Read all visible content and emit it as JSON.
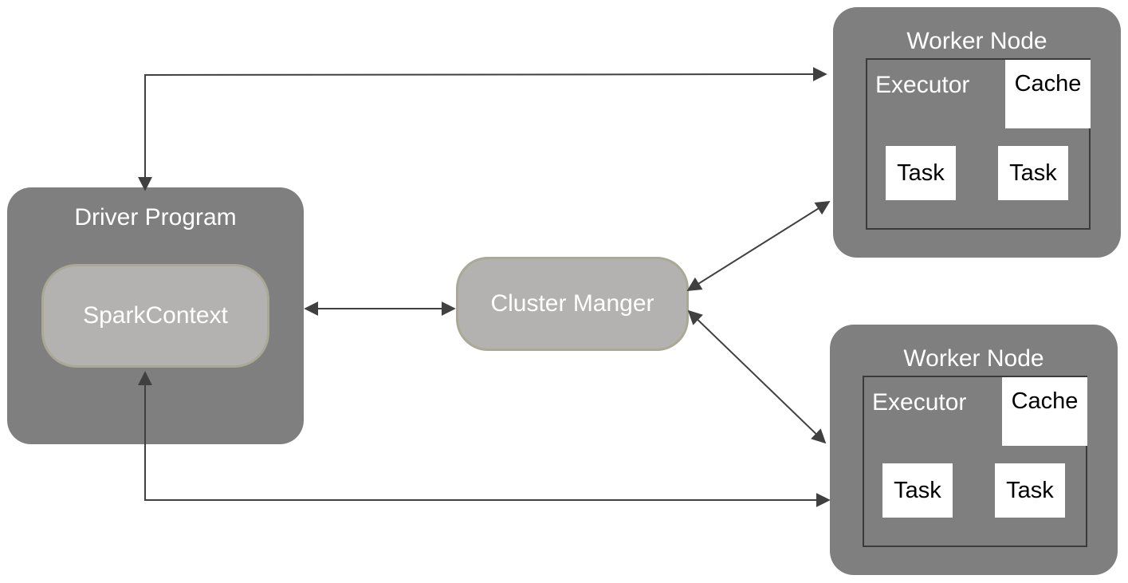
{
  "driver": {
    "title": "Driver Program",
    "context": "SparkContext"
  },
  "cluster_manager": {
    "label": "Cluster Manger"
  },
  "workers": [
    {
      "title": "Worker Node",
      "executor": "Executor",
      "cache": "Cache",
      "tasks": [
        "Task",
        "Task"
      ]
    },
    {
      "title": "Worker Node",
      "executor": "Executor",
      "cache": "Cache",
      "tasks": [
        "Task",
        "Task"
      ]
    }
  ],
  "colors": {
    "node": "#7f7f7f",
    "pill": "#b3b2b0",
    "pill_border": "#a9a996",
    "line": "#404040"
  }
}
